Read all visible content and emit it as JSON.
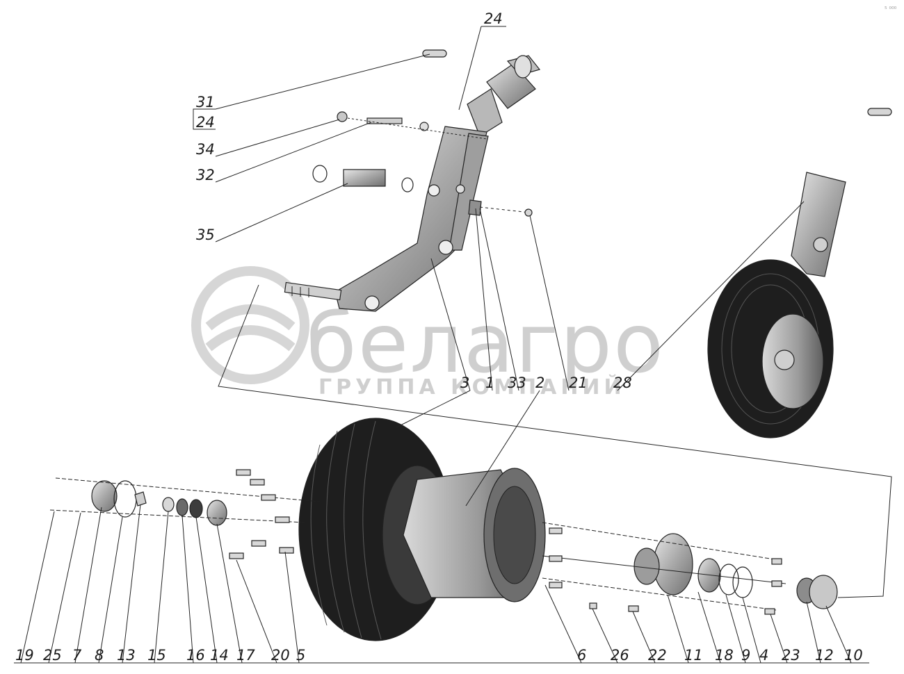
{
  "watermark": {
    "brand": "белагро",
    "subtitle": "ГРУППА КОМПАНИЙ"
  },
  "corner_mark": "⁵ ⁰⁰⁰",
  "callouts": {
    "bottom_row": [
      "19",
      "25",
      "7",
      "8",
      "13",
      "15",
      "16",
      "14",
      "17",
      "20",
      "5",
      "6",
      "26",
      "22",
      "11",
      "18",
      "9",
      "4",
      "23",
      "12",
      "10"
    ],
    "mid_row": [
      "3",
      "1",
      "33",
      "2",
      "21",
      "28"
    ],
    "left_stack": [
      "31",
      "24",
      "34",
      "32",
      "35"
    ],
    "top": "24"
  },
  "colors": {
    "line": "#222222",
    "metal": "#c8c8c8",
    "metal_dark": "#8c8c8c",
    "tire": "#1e1e1e",
    "watermark": "#cfcfcf"
  }
}
